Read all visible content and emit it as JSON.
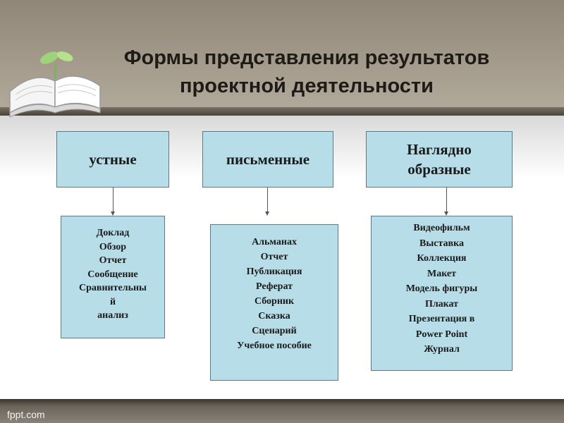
{
  "title": {
    "line1": "Формы представления результатов",
    "line2": "проектной деятельности"
  },
  "categories": [
    {
      "label_lines": [
        "устные"
      ]
    },
    {
      "label_lines": [
        "письменные"
      ]
    },
    {
      "label_lines": [
        "Наглядно",
        "образные"
      ]
    }
  ],
  "lists": [
    {
      "items": [
        "Доклад",
        "Обзор",
        "Отчет",
        "Сообщение",
        "Сравнительны",
        "й",
        "анализ"
      ]
    },
    {
      "items": [
        "Альманах",
        "Отчет",
        "Публикация",
        "Реферат",
        "Сборник",
        "Сказка",
        "Сценарий",
        "Учебное пособие"
      ]
    },
    {
      "items": [
        "Видеофильм",
        "Выставка",
        "Коллекция",
        "Макет",
        "Модель фигуры",
        "Плакат",
        "Презентация в",
        "Power Point",
        "Журнал"
      ]
    }
  ],
  "footer": {
    "watermark": "fppt.com"
  },
  "colors": {
    "box_fill": "#b6dde8",
    "box_border": "#5a7a84",
    "header": "#a49b8c"
  },
  "icons": {
    "book": "open-book-icon"
  }
}
